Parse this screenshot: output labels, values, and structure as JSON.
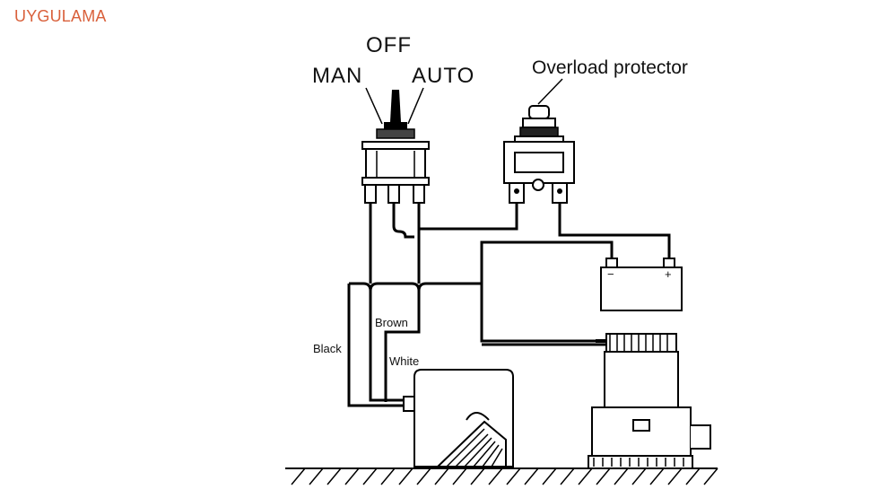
{
  "header": {
    "title": "UYGULAMA"
  },
  "diagram": {
    "switch_labels": {
      "off": "OFF",
      "man": "MAN",
      "auto": "AUTO"
    },
    "protector_label": "Overload protector",
    "wire_labels": {
      "brown": "Brown",
      "black": "Black",
      "white": "White"
    },
    "battery_terminals": {
      "negative": "−",
      "positive": "+"
    }
  }
}
